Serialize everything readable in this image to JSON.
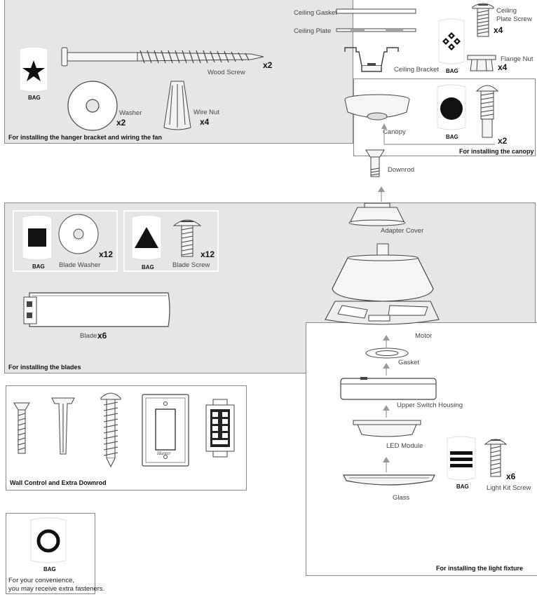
{
  "colors": {
    "panel_gray": "#e6e6e6",
    "line": "#444444",
    "arrow": "#999999",
    "ink": "#111111"
  },
  "icons": [
    "star-icon",
    "diamond-cluster-icon",
    "circle-icon",
    "square-icon",
    "triangle-icon",
    "three-bars-icon",
    "ring-icon"
  ],
  "hanger": {
    "caption": "For installing the hanger bracket and wiring the fan",
    "bag": "BAG",
    "wood_screw": {
      "label": "Wood Screw",
      "qty": "x2"
    },
    "washer": {
      "label": "Washer",
      "qty": "x2"
    },
    "wire_nut": {
      "label": "Wire Nut",
      "qty": "x4"
    }
  },
  "ceiling": {
    "gasket": "Ceiling Gasket",
    "plate": "Ceiling Plate",
    "bracket": "Ceiling Bracket",
    "plate_screw": {
      "label": "Ceiling Plate Screw",
      "qty": "x4"
    },
    "flange_nut": {
      "label": "Flange Nut",
      "qty": "x4"
    },
    "bag": "BAG"
  },
  "canopy": {
    "caption": "For installing the canopy",
    "label": "Canopy",
    "bag": "BAG",
    "screw_qty": "x2"
  },
  "downrod": "Downrod",
  "adapter_cover": "Adapter Cover",
  "blades": {
    "caption": "For installing the blades",
    "washer": {
      "bag": "BAG",
      "label": "Blade Washer",
      "qty": "x12"
    },
    "screw": {
      "bag": "BAG",
      "label": "Blade Screw",
      "qty": "x12"
    },
    "blade": {
      "label": "Blade",
      "qty": "x6"
    }
  },
  "motor": "Motor",
  "wall": {
    "caption": "Wall Control and Extra Downrod",
    "plate_logo": "Hunter"
  },
  "light": {
    "caption": "For installing the light fixture",
    "gasket": "Gasket",
    "housing": "Upper Switch Housing",
    "led": "LED Module",
    "glass": "Glass",
    "bag": "BAG",
    "screw": {
      "label": "Light Kit Screw",
      "qty": "x6"
    }
  },
  "extra": {
    "bag": "BAG",
    "note_line1": "For your convenience,",
    "note_line2": "you may receive extra fasteners."
  }
}
